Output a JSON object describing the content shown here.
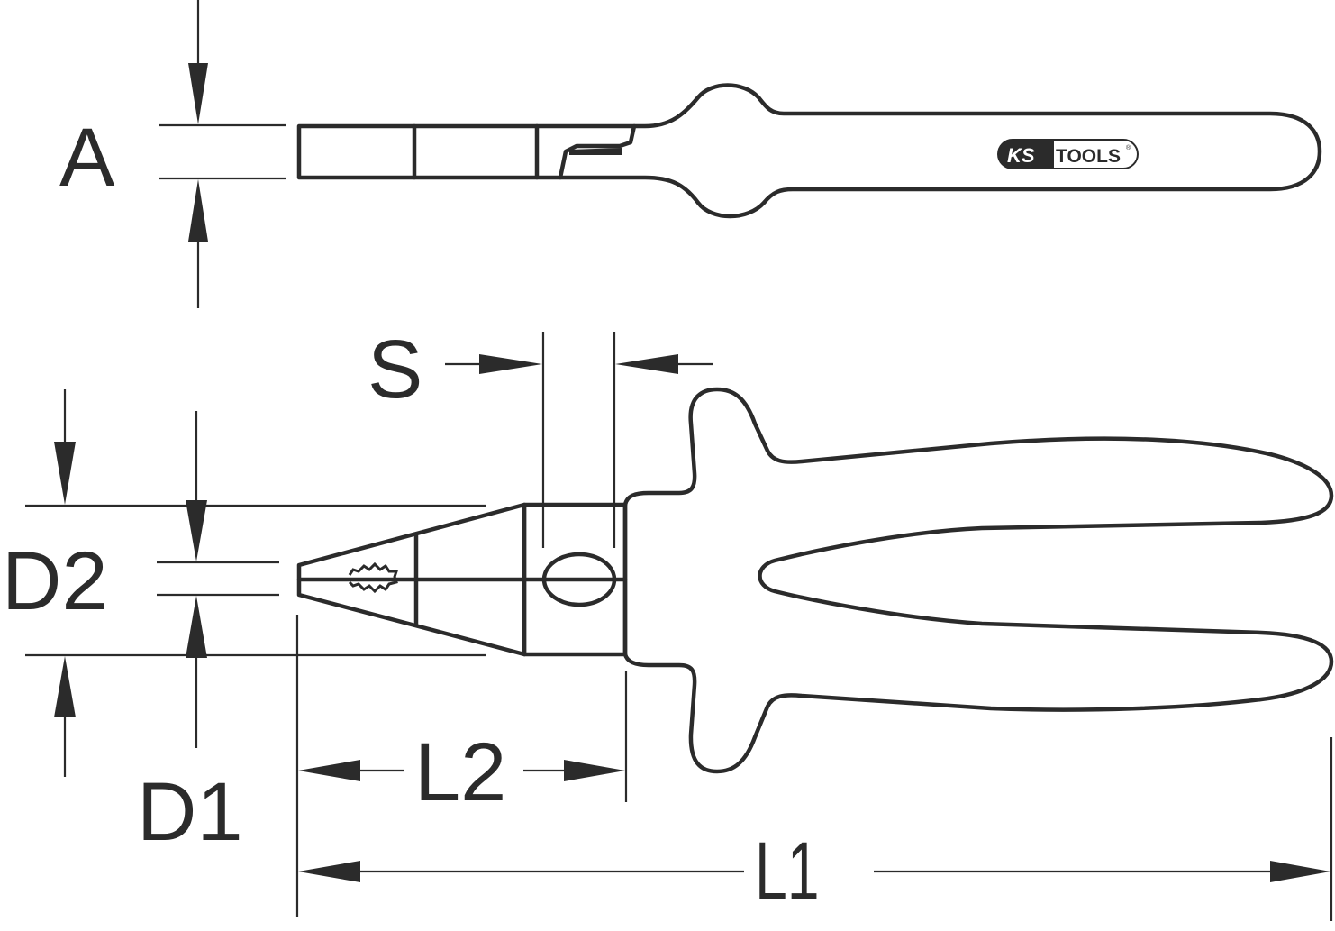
{
  "drawing": {
    "subject": "combination pliers dimension drawing",
    "brand_logo": {
      "ks": "KS",
      "tools": "TOOLS",
      "registered": "®"
    },
    "line_color": "#2b2b2b",
    "background": "#ffffff"
  },
  "dimensions": {
    "A": "A",
    "S": "S",
    "D1": "D1",
    "D2": "D2",
    "L1": "L1",
    "L2": "L2"
  }
}
